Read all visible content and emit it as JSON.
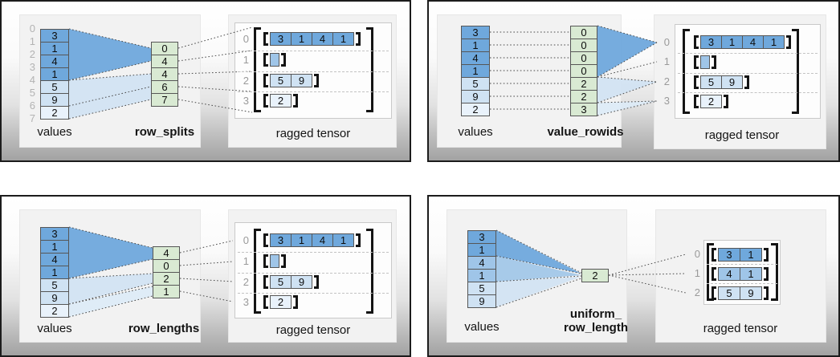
{
  "colors": {
    "value_dark": "#6fa8dc",
    "value_medium": "#9fc5e8",
    "value_light": "#cfe2f3",
    "value_lightest": "#e9f2fb",
    "encoding_green": "#d9ead3",
    "panel_gray": "#f2f2f2",
    "index_gray": "#9a9a9a"
  },
  "quadrants": [
    {
      "title": "row_splits",
      "values_label": "values",
      "encoding_label": "row_splits",
      "tensor_label": "ragged tensor",
      "boundary_indices": [
        "0",
        "1",
        "2",
        "3",
        "4",
        "5",
        "6",
        "7"
      ],
      "values": [
        {
          "text": "3",
          "cls": "c-dark"
        },
        {
          "text": "1",
          "cls": "c-dark"
        },
        {
          "text": "4",
          "cls": "c-dark"
        },
        {
          "text": "1",
          "cls": "c-dark"
        },
        {
          "text": "5",
          "cls": "c-light"
        },
        {
          "text": "9",
          "cls": "c-light"
        },
        {
          "text": "2",
          "cls": "c-lighter"
        }
      ],
      "encoding": [
        {
          "text": "0",
          "cls": "c-green"
        },
        {
          "text": "4",
          "cls": "c-green"
        },
        {
          "text": "4",
          "cls": "c-green"
        },
        {
          "text": "6",
          "cls": "c-green"
        },
        {
          "text": "7",
          "cls": "c-green"
        }
      ],
      "tensor_rows": [
        {
          "index": "0",
          "cells": [
            {
              "text": "3",
              "cls": "c-dark"
            },
            {
              "text": "1",
              "cls": "c-dark"
            },
            {
              "text": "4",
              "cls": "c-dark"
            },
            {
              "text": "1",
              "cls": "c-dark"
            }
          ]
        },
        {
          "index": "1",
          "cells": []
        },
        {
          "index": "2",
          "cells": [
            {
              "text": "5",
              "cls": "c-light"
            },
            {
              "text": "9",
              "cls": "c-light"
            }
          ]
        },
        {
          "index": "3",
          "cells": [
            {
              "text": "2",
              "cls": "c-lighter"
            }
          ]
        }
      ]
    },
    {
      "title": "value_rowids",
      "values_label": "values",
      "encoding_label": "value_rowids",
      "tensor_label": "ragged tensor",
      "values": [
        {
          "text": "3",
          "cls": "c-dark"
        },
        {
          "text": "1",
          "cls": "c-dark"
        },
        {
          "text": "4",
          "cls": "c-dark"
        },
        {
          "text": "1",
          "cls": "c-dark"
        },
        {
          "text": "5",
          "cls": "c-light"
        },
        {
          "text": "9",
          "cls": "c-light"
        },
        {
          "text": "2",
          "cls": "c-lighter"
        }
      ],
      "encoding": [
        {
          "text": "0",
          "cls": "c-green"
        },
        {
          "text": "0",
          "cls": "c-green"
        },
        {
          "text": "0",
          "cls": "c-green"
        },
        {
          "text": "0",
          "cls": "c-green"
        },
        {
          "text": "2",
          "cls": "c-green"
        },
        {
          "text": "2",
          "cls": "c-green"
        },
        {
          "text": "3",
          "cls": "c-green"
        }
      ],
      "tensor_rows": [
        {
          "index": "0",
          "cells": [
            {
              "text": "3",
              "cls": "c-dark"
            },
            {
              "text": "1",
              "cls": "c-dark"
            },
            {
              "text": "4",
              "cls": "c-dark"
            },
            {
              "text": "1",
              "cls": "c-dark"
            }
          ]
        },
        {
          "index": "1",
          "cells": []
        },
        {
          "index": "2",
          "cells": [
            {
              "text": "5",
              "cls": "c-light"
            },
            {
              "text": "9",
              "cls": "c-light"
            }
          ]
        },
        {
          "index": "3",
          "cells": [
            {
              "text": "2",
              "cls": "c-lighter"
            }
          ]
        }
      ]
    },
    {
      "title": "row_lengths",
      "values_label": "values",
      "encoding_label": "row_lengths",
      "tensor_label": "ragged tensor",
      "values": [
        {
          "text": "3",
          "cls": "c-dark"
        },
        {
          "text": "1",
          "cls": "c-dark"
        },
        {
          "text": "4",
          "cls": "c-dark"
        },
        {
          "text": "1",
          "cls": "c-dark"
        },
        {
          "text": "5",
          "cls": "c-light"
        },
        {
          "text": "9",
          "cls": "c-light"
        },
        {
          "text": "2",
          "cls": "c-lighter"
        }
      ],
      "encoding": [
        {
          "text": "4",
          "cls": "c-green"
        },
        {
          "text": "0",
          "cls": "c-green"
        },
        {
          "text": "2",
          "cls": "c-green"
        },
        {
          "text": "1",
          "cls": "c-green"
        }
      ],
      "tensor_rows": [
        {
          "index": "0",
          "cells": [
            {
              "text": "3",
              "cls": "c-dark"
            },
            {
              "text": "1",
              "cls": "c-dark"
            },
            {
              "text": "4",
              "cls": "c-dark"
            },
            {
              "text": "1",
              "cls": "c-dark"
            }
          ]
        },
        {
          "index": "1",
          "cells": []
        },
        {
          "index": "2",
          "cells": [
            {
              "text": "5",
              "cls": "c-light"
            },
            {
              "text": "9",
              "cls": "c-light"
            }
          ]
        },
        {
          "index": "3",
          "cells": [
            {
              "text": "2",
              "cls": "c-lighter"
            }
          ]
        }
      ]
    },
    {
      "title": "uniform_row_length",
      "values_label": "values",
      "encoding_label": "uniform_\nrow_length",
      "tensor_label": "ragged tensor",
      "values": [
        {
          "text": "3",
          "cls": "c-dark"
        },
        {
          "text": "1",
          "cls": "c-dark"
        },
        {
          "text": "4",
          "cls": "c-medium"
        },
        {
          "text": "1",
          "cls": "c-medium"
        },
        {
          "text": "5",
          "cls": "c-light"
        },
        {
          "text": "9",
          "cls": "c-light"
        }
      ],
      "encoding": [
        {
          "text": "2",
          "cls": "c-green"
        }
      ],
      "tensor_rows": [
        {
          "index": "0",
          "cells": [
            {
              "text": "3",
              "cls": "c-dark"
            },
            {
              "text": "1",
              "cls": "c-dark"
            }
          ]
        },
        {
          "index": "1",
          "cells": [
            {
              "text": "4",
              "cls": "c-medium"
            },
            {
              "text": "1",
              "cls": "c-medium"
            }
          ]
        },
        {
          "index": "2",
          "cells": [
            {
              "text": "5",
              "cls": "c-light"
            },
            {
              "text": "9",
              "cls": "c-light"
            }
          ]
        }
      ]
    }
  ]
}
